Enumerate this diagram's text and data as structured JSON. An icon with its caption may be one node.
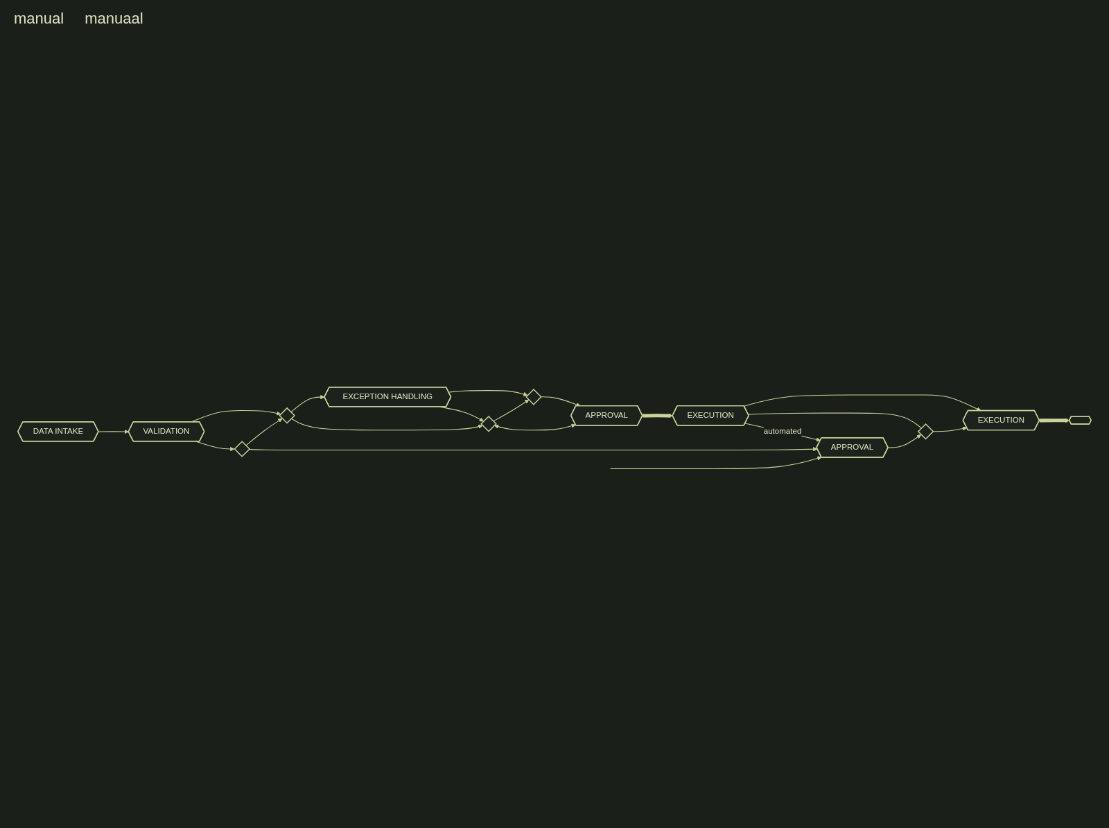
{
  "diagram": {
    "nodes": [
      {
        "text": [
          "DATA INTAKE"
        ]
      },
      {
        "text": [
          "VALIDATION"
        ]
      },
      {
        "text": [],
        "shape": "diamond"
      },
      {
        "text": [
          "EXCEPTION HANDLING"
        ]
      },
      {
        "text": [],
        "shape": "diamond"
      },
      {
        "text": [
          "APPROVAL"
        ]
      },
      {
        "text": [
          "EXECUTION"
        ]
      },
      {
        "text": [],
        "shape": "diamond"
      },
      {
        "text": [],
        "shape": "diamond"
      },
      {
        "text": [
          "APPROVAL"
        ]
      },
      {
        "text": [],
        "shape": "diamond"
      },
      {
        "text": [
          "EXECUTION"
        ]
      },
      {
        "text": [],
        "shape": "box"
      }
    ],
    "edges": [
      {
        "from": 0,
        "to": 1,
        "arrow": "to"
      },
      {
        "from": 1,
        "to": 2,
        "arrow": "to"
      },
      {
        "from": 2,
        "to": 3,
        "arrow": "to"
      },
      {
        "from": 3,
        "to": 4,
        "arrow": "to"
      },
      {
        "from": 4,
        "to": 5,
        "arrow": "to"
      },
      {
        "from": 5,
        "to": 6,
        "arrow": "to",
        "style": "thick"
      },
      {
        "from": 3,
        "to": 7,
        "arrow": "to"
      },
      {
        "from": 2,
        "to": 7,
        "arrow": "to"
      },
      {
        "from": 7,
        "to": 4,
        "arrow": "to"
      },
      {
        "from": 7,
        "to": 5,
        "arrow": "both"
      },
      {
        "from": 1,
        "to": 8,
        "arrow": "to"
      },
      {
        "from": 8,
        "to": 2,
        "arrow": "to"
      },
      {
        "from": 6,
        "to": 9,
        "label": "automated",
        "arrow": "to"
      },
      {
        "from": 6,
        "to": 10,
        "arrow": "none"
      },
      {
        "from": 6,
        "to": 11,
        "arrow": "to"
      },
      {
        "from": 8,
        "to": 9,
        "arrow": "to"
      },
      {
        "from": 9,
        "to": 10,
        "arrow": "to"
      },
      {
        "from": 10,
        "to": 11,
        "arrow": "to"
      },
      {
        "from": 11,
        "to": 12,
        "arrow": "to",
        "style": "thick"
      },
      {
        "from": null,
        "to": 9,
        "arrow": "to"
      }
    ],
    "labels": [
      "manual",
      "manuaal"
    ]
  }
}
